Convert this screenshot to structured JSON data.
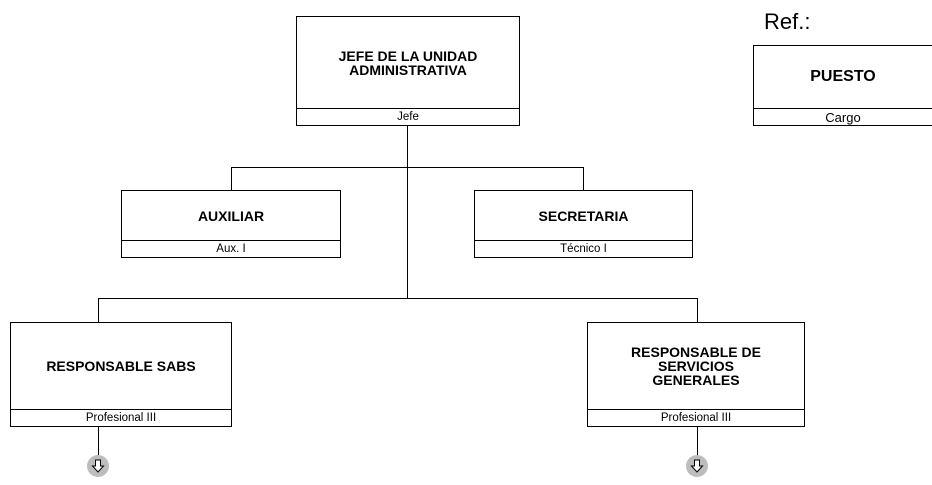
{
  "reference": {
    "label": "Ref.:",
    "position": "PUESTO",
    "cargo": "Cargo"
  },
  "nodes": {
    "jefe": {
      "title": "JEFE DE LA UNIDAD\nADMINISTRATIVA",
      "cargo": "Jefe"
    },
    "auxiliar": {
      "title": "AUXILIAR",
      "cargo": "Aux. I"
    },
    "secretaria": {
      "title": "SECRETARIA",
      "cargo": "Técnico I"
    },
    "sabs": {
      "title": "RESPONSABLE SABS",
      "cargo": "Profesional III"
    },
    "servicios": {
      "title": "RESPONSABLE DE\nSERVICIOS\nGENERALES",
      "cargo": "Profesional III"
    }
  },
  "icons": {
    "down_arrow": "down-arrow-icon"
  }
}
